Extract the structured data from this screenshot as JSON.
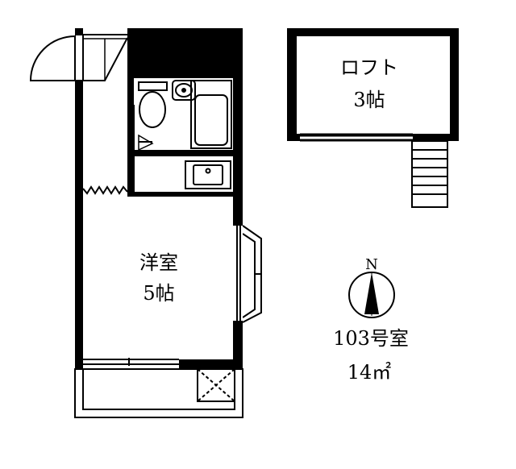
{
  "rooms": {
    "western_room": {
      "name": "洋室",
      "size": "5帖"
    },
    "loft": {
      "name": "ロフト",
      "size": "3帖"
    }
  },
  "unit": {
    "number": "103号室",
    "area": "14㎡"
  },
  "compass": {
    "north_label": "N"
  }
}
